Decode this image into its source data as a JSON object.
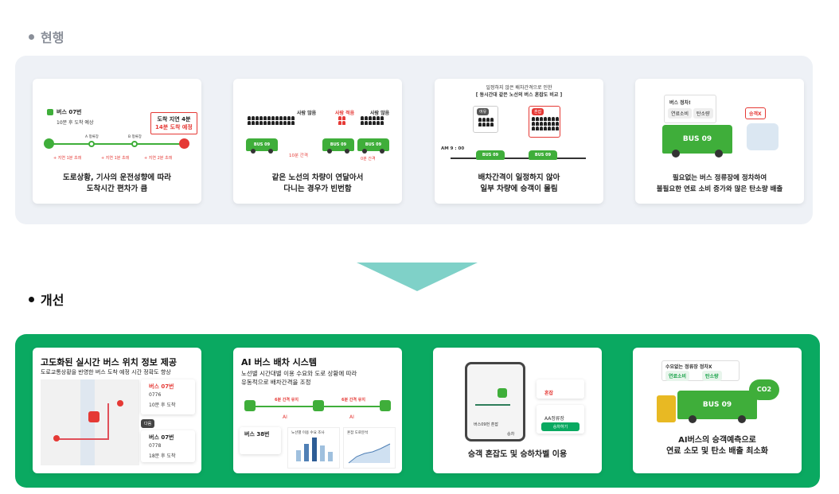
{
  "sections": {
    "current": "현행",
    "improve": "개선"
  },
  "current_cards": [
    {
      "caption_1": "도로상황, 기사의 운전성향에 따라",
      "caption_2": "도착시간 편차가 큼",
      "bus_label": "버스 07번",
      "eta": "10분 후 도착 예상",
      "delay_1": "도착 지연 4분",
      "delay_2": "14분 도착 예정",
      "stop_labels": [
        "A 정류장",
        "B 정류장"
      ],
      "delays": [
        "+ 지연 1분 초래",
        "+ 지연 1분 초래",
        "+ 지연 2분 초래"
      ]
    },
    {
      "caption_1": "같은 노선의 차량이 연달아서",
      "caption_2": "다니는 경우가 빈번함",
      "waiting_1": "사람 많음",
      "waiting_2": "사람 적음",
      "waiting_3": "사람 많음",
      "gap_1": "10분 간격",
      "gap_2": "0분 간격",
      "bus_name": "BUS 09"
    },
    {
      "header_1": "일정하지 않은 배차간격으로 인한",
      "header_2": "[ 동시간대 같은 노선의 버스 혼잡도 비교 ]",
      "left_tag": "여유",
      "right_tag": "혼잡",
      "time": "AM 9 : 00",
      "caption_1": "배차간격이 일정하지 않아",
      "caption_2": "일부 차량에 승객이 몰림",
      "bus_name": "BUS 09"
    },
    {
      "stop_title": "버스 정차!",
      "fuel_label": "연료소비",
      "carbon_label": "탄소량",
      "passenger_label": "승객X",
      "bus_name": "BUS 09",
      "caption_1": "필요없는 버스 정류장에 정차하여",
      "caption_2": "불필요한 연료 소비 증가와 많은 탄소량 배출"
    }
  ],
  "improve_cards": [
    {
      "title": "고도화된 실시간 버스 위치 정보 제공",
      "subtitle": "도로교통상황을 반영한 버스 도착 예정 시간 정확도 향상",
      "bus_1_label": "버스 07번",
      "bus_1_code": "0776",
      "bus_1_eta": "10분 후 도착",
      "next_label": "다음",
      "bus_2_label": "버스 07번",
      "bus_2_code": "0778",
      "bus_2_eta": "18분 후 도착"
    },
    {
      "title": "AI 버스 배차 시스템",
      "subtitle_1": "노선별 시간대별 이용 수요와 도로 상황에 따라",
      "subtitle_2": "유동적으로 배차간격을 조정",
      "gap_1": "6분 간격 유지",
      "gap_2": "6분 간격 유지",
      "ai_label_1": "AI",
      "ai_label_2": "AI",
      "bus_label": "버스 38번",
      "chart_1_title": "노선별 이용 수요 조사",
      "chart_2_title": "혼잡 도로분석"
    },
    {
      "caption": "승객 혼잡도 및 승하차벨 이용",
      "crowd_label": "혼잡",
      "stop_label": "AA정류장",
      "button_label": "승차하기",
      "route_label": "버스09번 혼잡",
      "ride_label": "승차"
    },
    {
      "stop_title": "수요없는 정류장 정차X",
      "fuel_label": "연료소비",
      "carbon_label": "탄소량",
      "bus_name": "BUS 09",
      "co2_label": "CO2",
      "caption_1": "AI버스의 승객예측으로",
      "caption_2": "연료 소모 및 탄소 배출 최소화"
    }
  ],
  "colors": {
    "green_panel": "#0aa961",
    "bus_green": "#3fae3a",
    "alert_red": "#e53935",
    "arrow": "#7fd1c8"
  }
}
